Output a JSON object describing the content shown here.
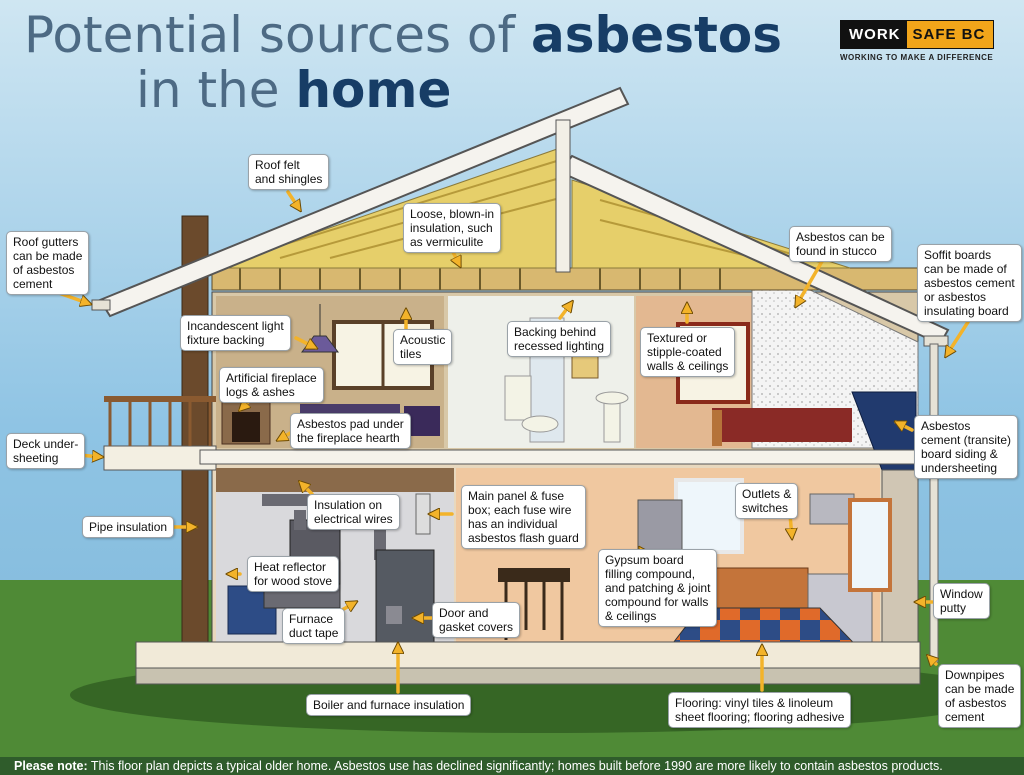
{
  "title": {
    "line1_prefix": "Potential sources of ",
    "line1_bold": "asbestos",
    "line2_prefix": "in the ",
    "line2_bold": "home"
  },
  "logo": {
    "work": "WORK",
    "safe": "SAFE BC",
    "tagline": "WORKING TO MAKE A DIFFERENCE"
  },
  "labels": {
    "roof_felt": "Roof felt\nand shingles",
    "loose_fill": "Loose, blown-in\ninsulation, such\nas vermiculite",
    "stucco": "Asbestos can be\nfound in stucco",
    "soffit": "Soffit boards\ncan be made of\nasbestos cement\nor asbestos\ninsulating board",
    "gutters": "Roof gutters\ncan be made\nof asbestos\ncement",
    "light_fixture": "Incandescent light\nfixture backing",
    "acoustic": "Acoustic\ntiles",
    "recessed": "Backing behind\nrecessed lighting",
    "textured": "Textured or\nstipple-coated\nwalls & ceilings",
    "fireplace_logs": "Artificial fireplace\nlogs & ashes",
    "hearth_pad": "Asbestos pad under\nthe fireplace hearth",
    "siding": "Asbestos\ncement (transite)\nboard siding &\nundersheeting",
    "deck": "Deck under-\nsheeting",
    "pipe": "Pipe insulation",
    "wires": "Insulation on\nelectrical wires",
    "main_panel": "Main panel & fuse\nbox; each fuse wire\nhas an individual\nasbestos flash guard",
    "outlets": "Outlets &\nswitches",
    "heat_reflector": "Heat reflector\nfor wood stove",
    "gypsum": "Gypsum board\nfilling compound,\nand patching & joint\ncompound for walls\n& ceilings",
    "window_putty": "Window\nputty",
    "duct_tape": "Furnace\nduct tape",
    "door_gasket": "Door and\ngasket covers",
    "downpipes": "Downpipes\ncan be made\nof asbestos\ncement",
    "boiler": "Boiler and furnace insulation",
    "flooring": "Flooring: vinyl tiles & linoleum\nsheet flooring; flooring adhesive"
  },
  "note": {
    "label": "Please note:",
    "text": " This floor plan depicts a typical older home. Asbestos use has declined significantly; homes built before 1990 are more likely to contain asbestos products."
  },
  "colors": {
    "sky": "#8ec4e4",
    "grass": "#4f8a36",
    "title": "#4d6a84",
    "title_bold": "#173d66",
    "arrow": "#f3b32a",
    "insulation": "#e6cf6a"
  }
}
